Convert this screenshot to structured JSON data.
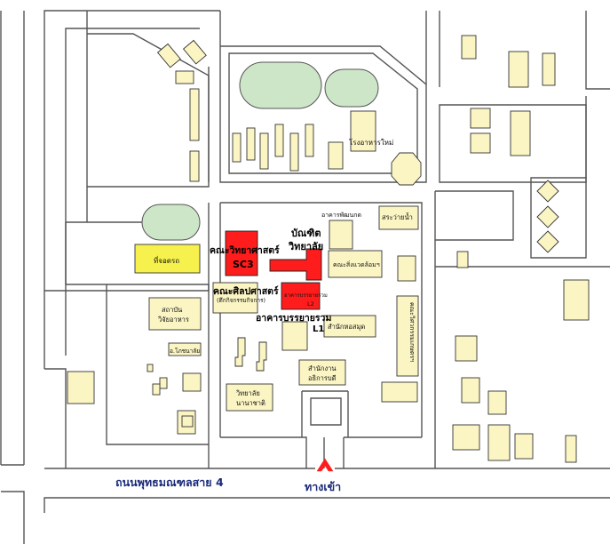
{
  "labels": {
    "faculty_science": "คณะวิทยาศาสตร์",
    "sc3": "SC3",
    "graduate_school_1": "บัณฑิต",
    "graduate_school_2": "วิทยาลัย",
    "faculty_arts": "คณะศิลปศาสตร์",
    "faculty_arts_sub": "(ตึกกิจกรรมกิจการ)",
    "lecture_building": "อาคารบรรยายรวม",
    "lecture_l1": "L1",
    "lecture_small": "อาคารบรรยายรวม",
    "lecture_l2": "L2",
    "new_cafeteria": "โรงอาหารใหม่",
    "pattanakarn_building": "อาคารพัฒนกด",
    "swimming_pool": "สระว่ายน้ำ",
    "faculty_environment": "คณะสิ่งแวดล้อมฯ",
    "library": "สำนักหอสมุด",
    "agriculture_faculty": "คณะวิศวกรรมเกษตรฯ",
    "student_affairs_1": "สำนักงาน",
    "student_affairs_2": "อธิการบดี",
    "nanachat_1": "วิทยาลัย",
    "nanachat_2": "นานาชาติ",
    "parking": "ที่จอดรถ",
    "institute_1": "สถาบัน",
    "institute_2": "วิจัยอาหาร",
    "kitchen_building": "อ.โภชนาลัย",
    "road_name": "ถนนพุทธมณฑลสาย 4",
    "entrance": "ทางเข้า"
  },
  "colors": {
    "building": "#fbf5c4",
    "highlight": "#ff1c1c",
    "parking": "#f6f14d",
    "field": "#cde6c8",
    "road_label": "#1a2a7a",
    "entrance_marker": "#ff1c1c"
  }
}
